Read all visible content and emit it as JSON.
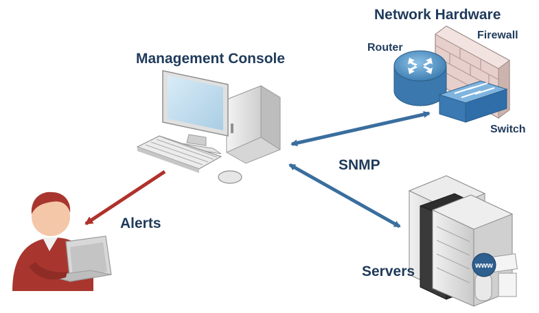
{
  "labels": {
    "network_hardware": "Network Hardware",
    "router": "Router",
    "firewall": "Firewall",
    "switch": "Switch",
    "management_console": "Management Console",
    "snmp": "SNMP",
    "alerts": "Alerts",
    "servers": "Servers",
    "www": "www"
  },
  "colors": {
    "label_text": "#1f3a5a",
    "snmp_arrow": "#3a6e9e",
    "alert_arrow": "#b0312b",
    "user_shirt": "#a8362f",
    "router_blue": "#4f8fbf",
    "switch_blue": "#3f83bd",
    "firewall_brick": "#e9d2cf"
  },
  "icons": [
    "desktop-computer-icon",
    "router-icon",
    "firewall-icon",
    "switch-icon",
    "server-tower-icon",
    "user-with-laptop-icon",
    "web-globe-icon"
  ]
}
